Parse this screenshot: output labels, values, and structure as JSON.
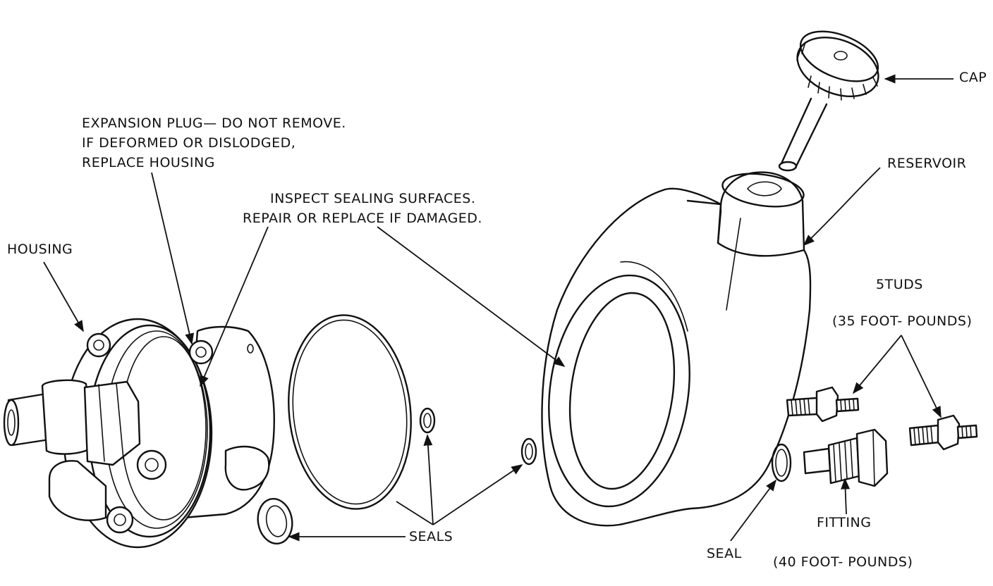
{
  "diagram": {
    "labels": {
      "cap": "CAP",
      "reservoir": "RESERVOIR",
      "expansion_plug_line1": "EXPANSION PLUG— DO NOT REMOVE.",
      "expansion_plug_line2": "IF DEFORMED OR DISLODGED,",
      "expansion_plug_line3": "REPLACE HOUSING",
      "inspect_line1": "INSPECT SEALING SURFACES.",
      "inspect_line2": "REPAIR OR REPLACE IF DAMAGED.",
      "housing": "HOUSING",
      "studs": "5TUDS",
      "studs_torque": "(35 FOOT- POUNDS)",
      "seals": "SEALS",
      "seal": "SEAL",
      "fitting": "FITTING",
      "fitting_torque": "(40 FOOT- POUNDS)"
    },
    "colors": {
      "ink": "#111111",
      "paper": "#ffffff"
    }
  }
}
